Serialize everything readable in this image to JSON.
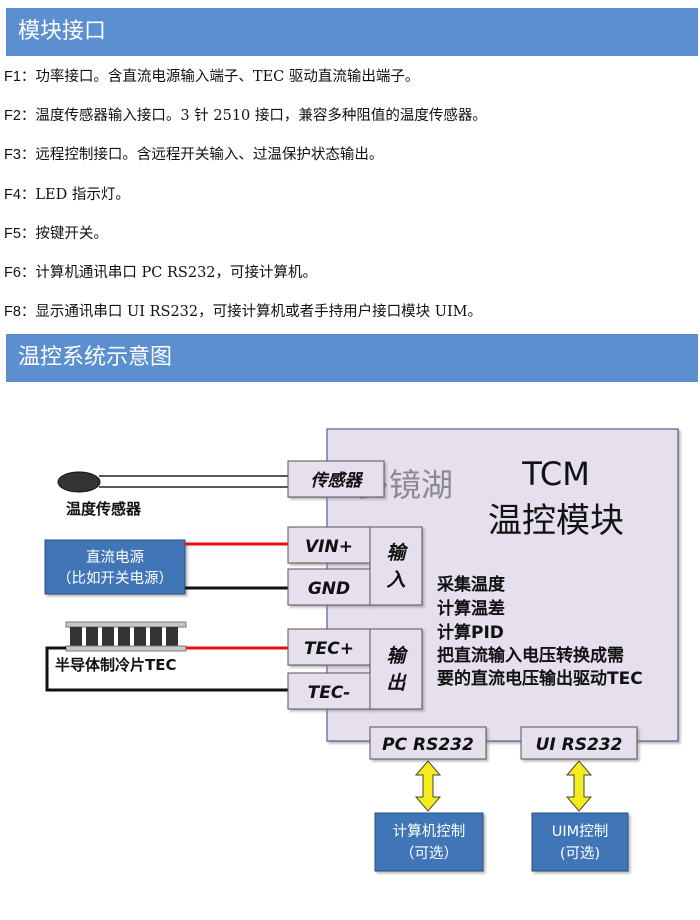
{
  "header1": {
    "title": "模块接口"
  },
  "features": [
    {
      "code": "F1",
      "text": "：功率接口。含直流电源输入端子、TEC 驱动直流输出端子。"
    },
    {
      "code": "F2",
      "text": "：温度传感器输入接口。3 针 2510 接口，兼容多种阻值的温度传感器。"
    },
    {
      "code": "F3",
      "text": "：远程控制接口。含远程开关输入、过温保护状态输出。"
    },
    {
      "code": "F4",
      "text": "：LED 指示灯。"
    },
    {
      "code": "F5",
      "text": "：按键开关。"
    },
    {
      "code": "F6",
      "text": "：计算机通讯串口 PC RS232，可接计算机。"
    },
    {
      "code": "F8",
      "text": "：显示通讯串口 UI RS232，可接计算机或者手持用户接口模块 UIM。"
    }
  ],
  "header2": {
    "title": "温控系统示意图"
  },
  "diagram": {
    "module_title": "TCM",
    "module_subtitle": "温控模块",
    "watermark": "多镜湖",
    "sensor_label": "温度传感器",
    "sensor_port": "传感器",
    "power_source": [
      "直流电源",
      "（比如开关电源）"
    ],
    "vin_port": "VIN+",
    "gnd_port": "GND",
    "input_label": [
      "输",
      "入"
    ],
    "tec_label": "半导体制冷片TEC",
    "tec_plus_port": "TEC+",
    "tec_minus_port": "TEC-",
    "output_label": [
      "输",
      "出"
    ],
    "functions": [
      "采集温度",
      "计算温差",
      "计算PID",
      "把直流输入电压转换成需",
      "要的直流电压输出驱动TEC"
    ],
    "pc_port": "PC RS232",
    "ui_port": "UI RS232",
    "pc_device": [
      "计算机控制",
      "（可选）"
    ],
    "uim_device": [
      "UIM控制",
      "(可选)"
    ]
  },
  "colors": {
    "header": "#5b8fd0",
    "module_fill": "#e6e0ee",
    "port_fill": "#e6e0ee",
    "blue_box": "#3f74b8",
    "arrow": "#f5ec1e",
    "wire_red": "#e81010"
  }
}
